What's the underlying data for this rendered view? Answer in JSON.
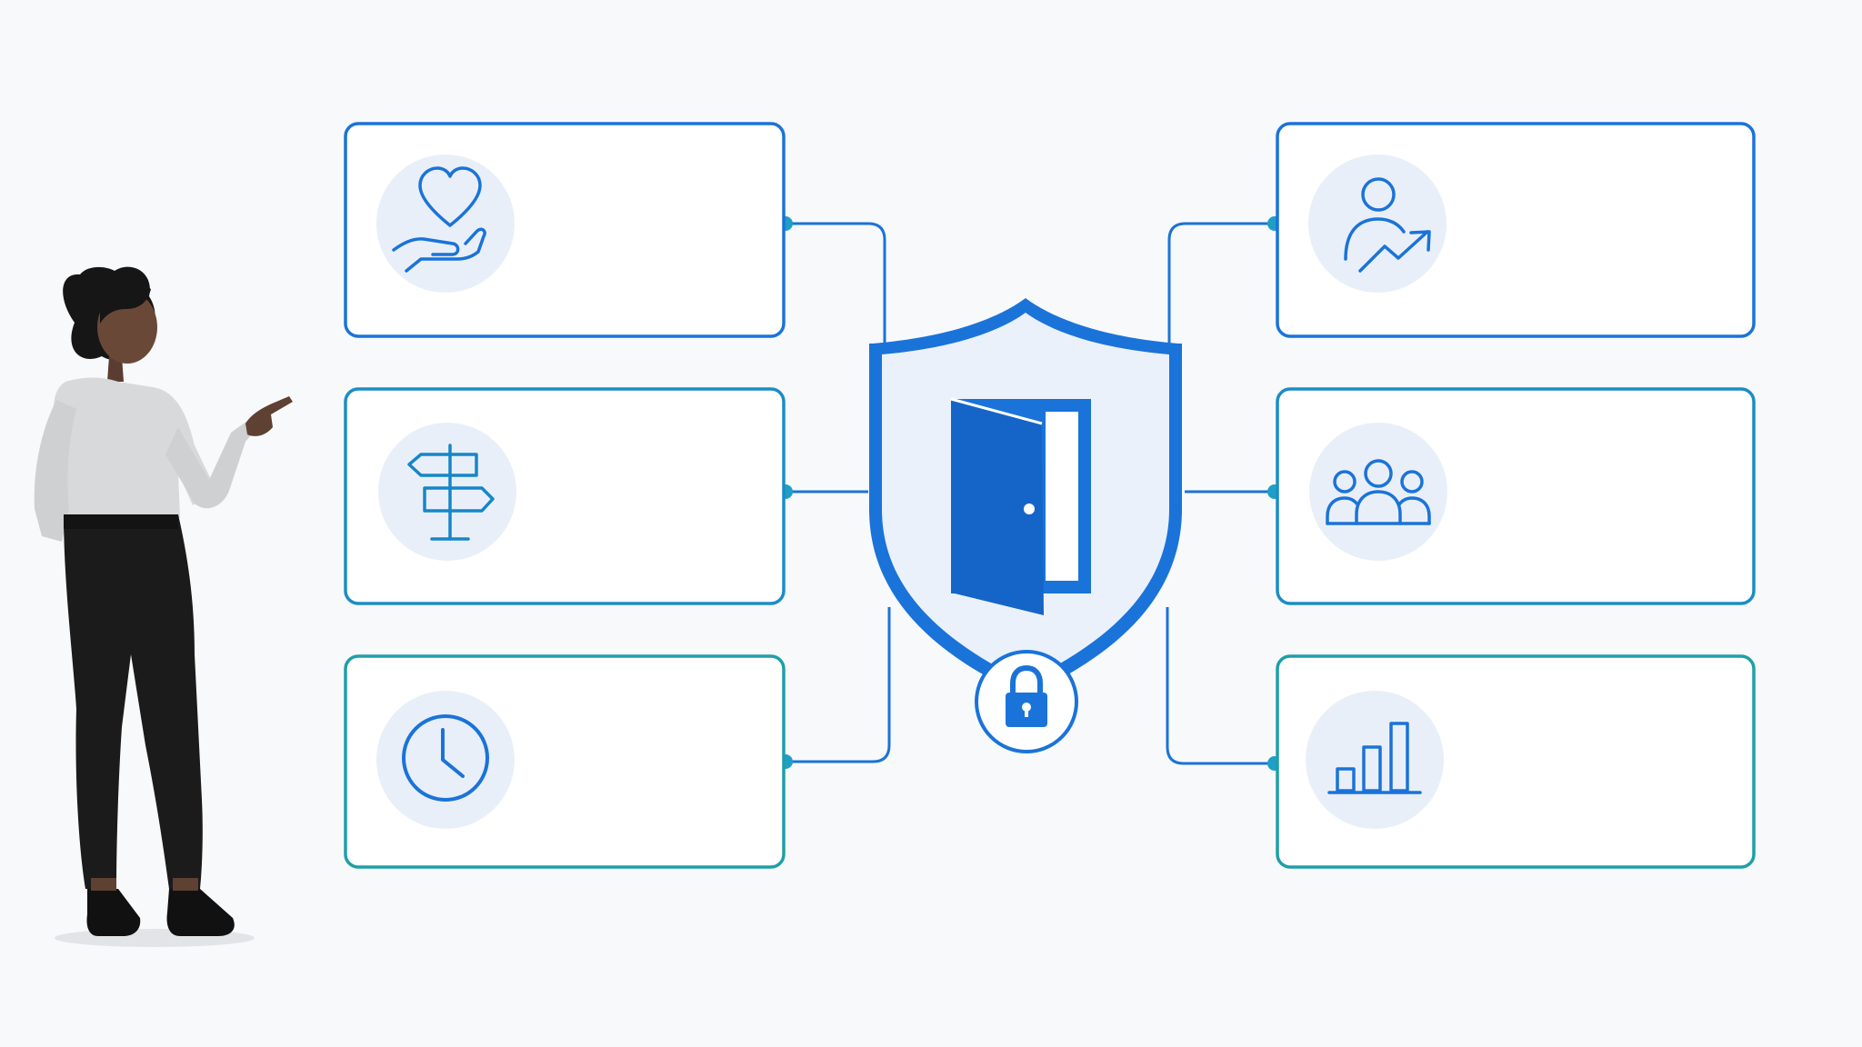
{
  "diagram": {
    "colors": {
      "background": "#f8f9fa",
      "primary_blue": "#1a73d9",
      "mid_blue": "#1686c9",
      "teal": "#1e9fa8",
      "icon_bg": "#e9eff8",
      "shield_fill": "#eaf1fb",
      "connector_dot": "#1f9fc8"
    },
    "center": {
      "shield_icon": "shield-icon",
      "door_icon": "open-door-icon",
      "lock_icon": "padlock-icon"
    },
    "cards": [
      {
        "id": "care",
        "side": "left",
        "icon": "heart-in-hand-icon",
        "label": ""
      },
      {
        "id": "direction",
        "side": "left",
        "icon": "signpost-icon",
        "label": ""
      },
      {
        "id": "time",
        "side": "left",
        "icon": "clock-icon",
        "label": ""
      },
      {
        "id": "growth",
        "side": "right",
        "icon": "person-growth-icon",
        "label": ""
      },
      {
        "id": "team",
        "side": "right",
        "icon": "people-group-icon",
        "label": ""
      },
      {
        "id": "metrics",
        "side": "right",
        "icon": "bar-chart-icon",
        "label": ""
      }
    ],
    "presenter": {
      "figure": "presenter-woman-figure",
      "gesture": "pointing-right"
    }
  }
}
